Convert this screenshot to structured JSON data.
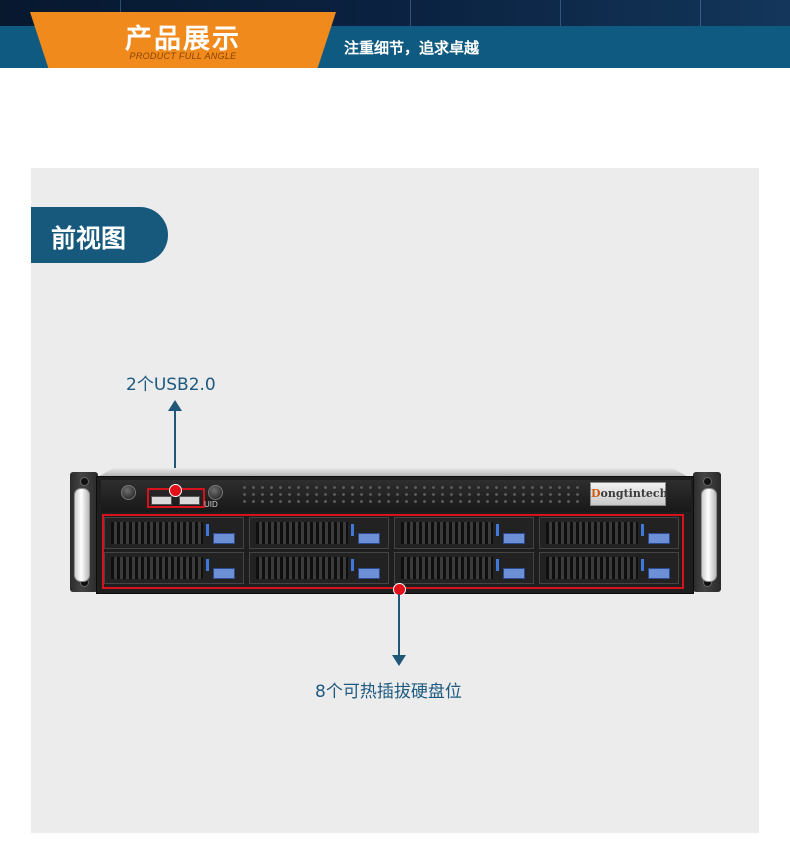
{
  "header": {
    "title": "产品展示",
    "subtitle": "PRODUCT FULL ANGLE",
    "tagline": "注重细节，追求卓越"
  },
  "section": {
    "title": "前视图"
  },
  "callouts": {
    "usb": "2个USB2.0",
    "bays": "8个可热插拔硬盘位"
  },
  "device": {
    "brand_logo": "Dongtintech",
    "uid_label": "UID",
    "drive_bay_count": 8,
    "usb_port_count": 2
  },
  "colors": {
    "banner_bar": "#0f5a80",
    "header_tab": "#f08a1c",
    "section_tab": "#16597d",
    "callout_text": "#1d5a80",
    "highlight": "#d8121b",
    "panel_bg": "#ececec"
  }
}
